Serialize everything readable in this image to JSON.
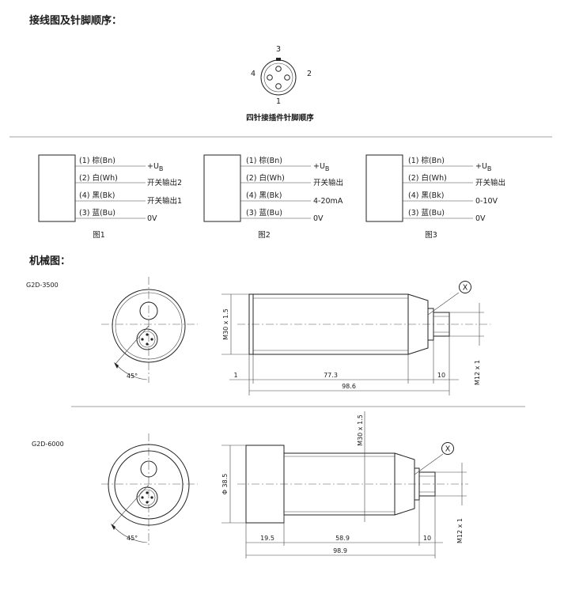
{
  "sections": {
    "wiring_title": "接线图及针脚顺序：",
    "mech_title": "机械图："
  },
  "connector": {
    "pins": [
      "1",
      "2",
      "3",
      "4"
    ],
    "caption": "四针接插件针脚顺序"
  },
  "wiring": [
    {
      "caption": "图1",
      "rows": [
        {
          "wire": "(1) 棕(Bn)",
          "signal": "+U",
          "sub": "B"
        },
        {
          "wire": "(2) 白(Wh)",
          "signal": "开关输出2",
          "sub": ""
        },
        {
          "wire": "(4) 黑(Bk)",
          "signal": "开关输出1",
          "sub": ""
        },
        {
          "wire": "(3) 蓝(Bu)",
          "signal": "0V",
          "sub": ""
        }
      ]
    },
    {
      "caption": "图2",
      "rows": [
        {
          "wire": "(1) 棕(Bn)",
          "signal": "+U",
          "sub": "B"
        },
        {
          "wire": "(2) 白(Wh)",
          "signal": "开关输出",
          "sub": ""
        },
        {
          "wire": "(4) 黑(Bk)",
          "signal": "4-20mA",
          "sub": ""
        },
        {
          "wire": "(3) 蓝(Bu)",
          "signal": "0V",
          "sub": ""
        }
      ]
    },
    {
      "caption": "图3",
      "rows": [
        {
          "wire": "(1) 棕(Bn)",
          "signal": "+U",
          "sub": "B"
        },
        {
          "wire": "(2) 白(Wh)",
          "signal": "开关输出",
          "sub": ""
        },
        {
          "wire": "(4) 黑(Bk)",
          "signal": "0-10V",
          "sub": ""
        },
        {
          "wire": "(3) 蓝(Bu)",
          "signal": "0V",
          "sub": ""
        }
      ]
    }
  ],
  "models": [
    {
      "name": "G2D-3500",
      "angle": "45°",
      "thread": "M30 x 1.5",
      "connector_thread": "M12 x 1",
      "dims": {
        "left": "1",
        "mid": "77.3",
        "right": "10",
        "total": "98.6"
      },
      "marker": "X"
    },
    {
      "name": "G2D-6000",
      "angle": "45°",
      "thread": "M30 x 1.5",
      "diameter": "Φ 38.5",
      "connector_thread": "M12 x 1",
      "dims": {
        "left": "19.5",
        "mid": "58.9",
        "right": "10",
        "total": "98.9"
      },
      "marker": "X"
    }
  ]
}
